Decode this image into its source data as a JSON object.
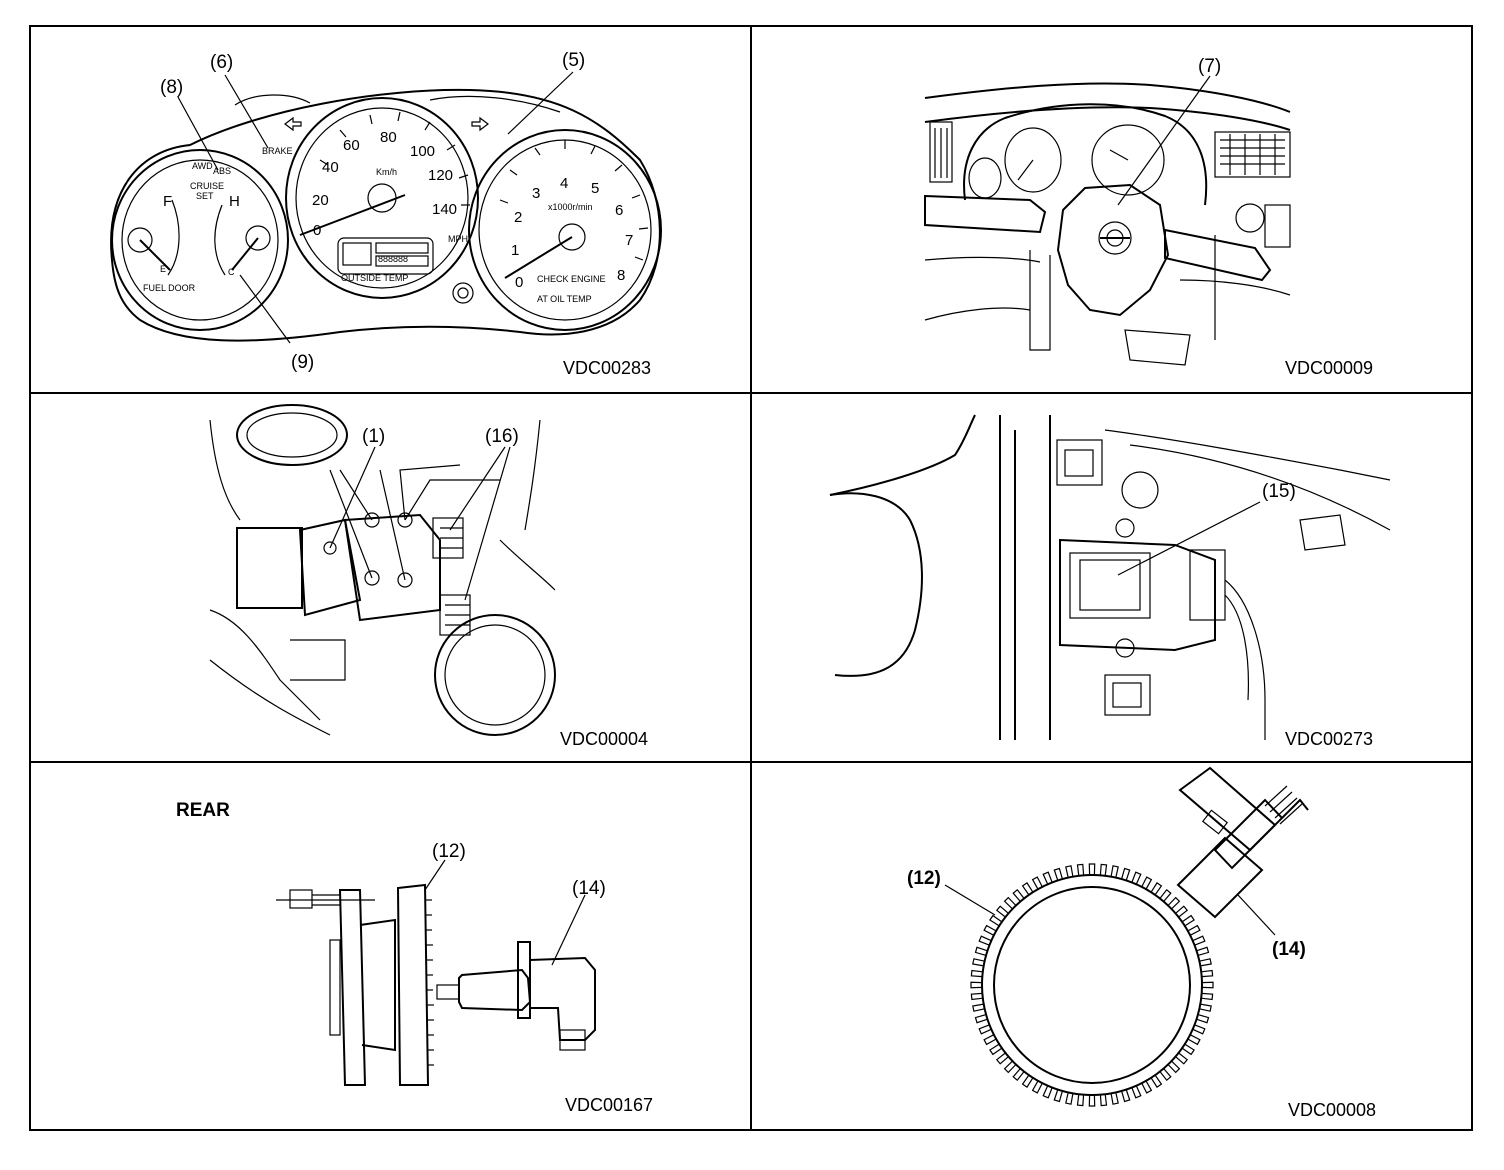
{
  "panels": [
    {
      "id": "cluster",
      "code": "VDC00283",
      "callouts": [
        "(6)",
        "(8)",
        "(5)",
        "(9)"
      ],
      "dial_text": {
        "speed_ticks": [
          "0",
          "20",
          "40",
          "60",
          "80",
          "100",
          "120",
          "140"
        ],
        "rpm_ticks": [
          "0",
          "1",
          "2",
          "3",
          "4",
          "5",
          "6",
          "7",
          "8"
        ],
        "rpm_unit": "x1000r/min",
        "mph": "MPH",
        "fuel_f": "F",
        "fuel_e": "E",
        "temp_h": "H",
        "temp_c": "C",
        "abs": "ABS",
        "brake": "BRAKE",
        "awd": "AWD",
        "cruise": "CRUISE",
        "set": "SET",
        "fuel_door": "FUEL DOOR",
        "kmh": "Km/h",
        "outside_temp": "OUTSIDE TEMP",
        "check_engine": "CHECK ENGINE",
        "at_oil_temp": "AT OIL TEMP",
        "odo": "888888"
      }
    },
    {
      "id": "steering",
      "code": "VDC00009",
      "callouts": [
        "(7)"
      ]
    },
    {
      "id": "hydraulic",
      "code": "VDC00004",
      "callouts": [
        "(1)",
        "(16)"
      ]
    },
    {
      "id": "module",
      "code": "VDC00273",
      "callouts": [
        "(15)"
      ]
    },
    {
      "id": "rear",
      "code": "VDC00167",
      "title": "REAR",
      "callouts": [
        "(12)",
        "(14)"
      ]
    },
    {
      "id": "ring",
      "code": "VDC00008",
      "callouts": [
        "(12)",
        "(14)"
      ]
    }
  ]
}
